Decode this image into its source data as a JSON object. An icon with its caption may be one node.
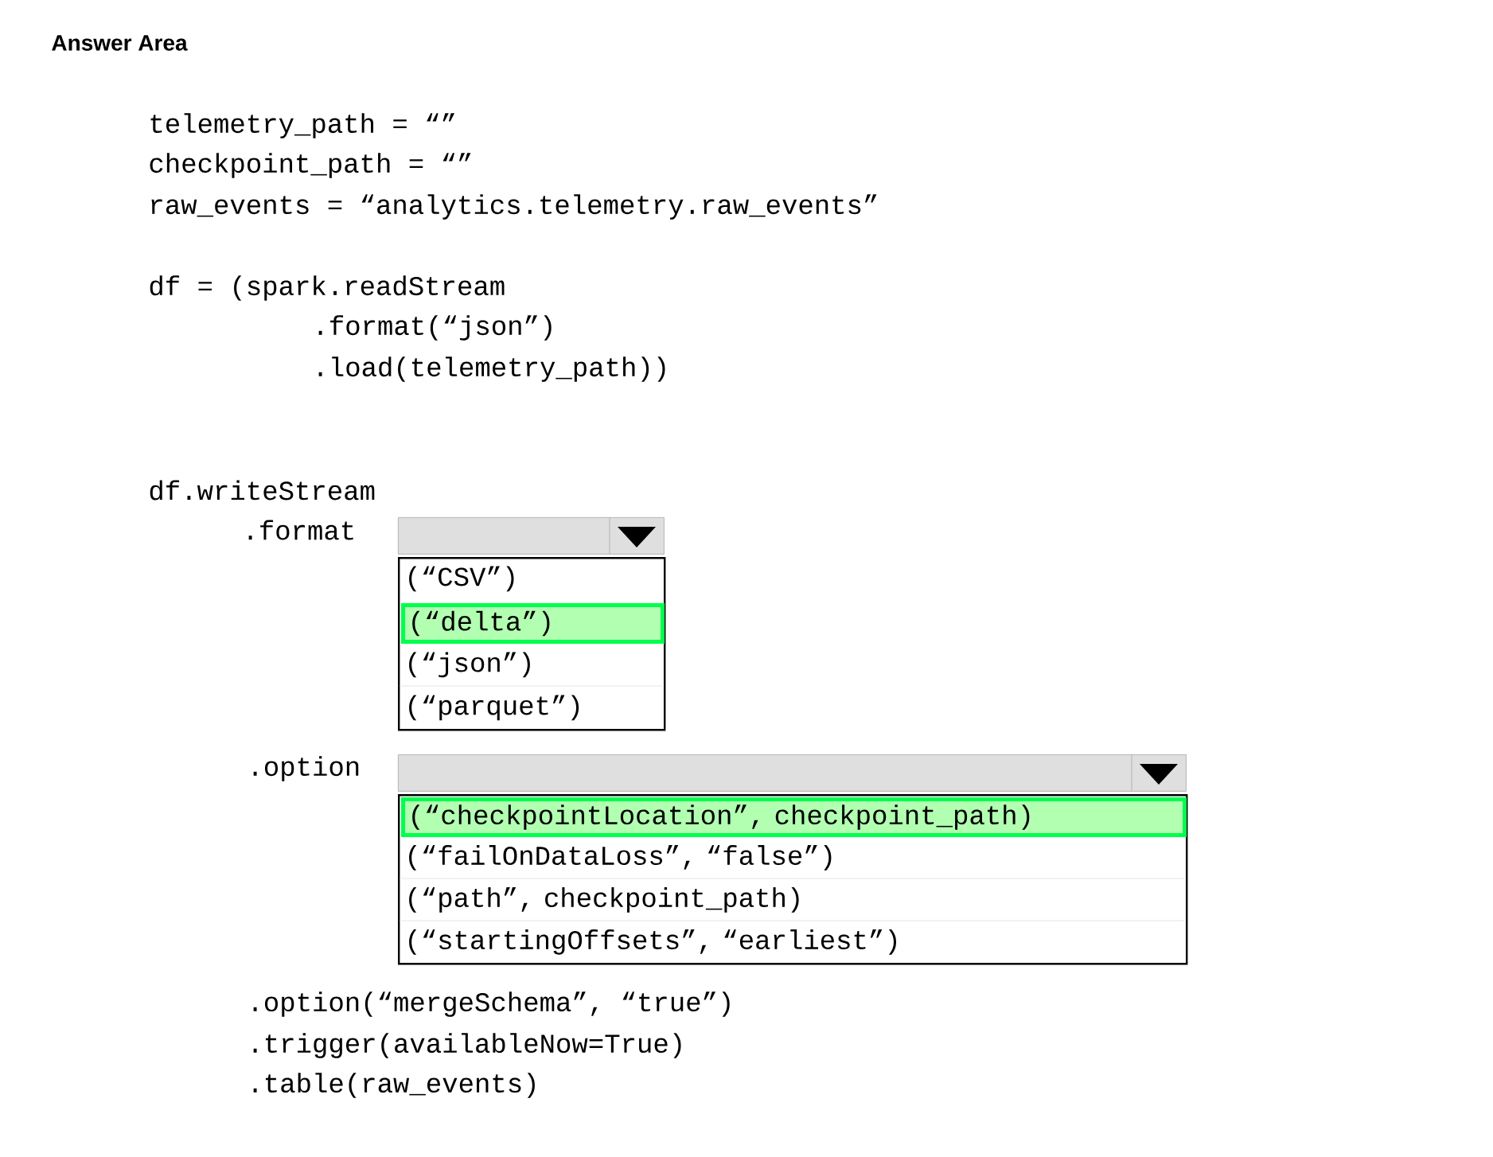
{
  "diagram": {
    "title": "Answer Area",
    "nodes": [
      {
        "text": [],
        "shape": "box"
      },
      {
        "text": [],
        "shape": "box"
      },
      {
        "text": [
          "(“CSV”)"
        ],
        "in": 1
      },
      {
        "text": [
          "(“delta”)"
        ],
        "in": 1
      },
      {
        "text": [
          "(“json”)"
        ],
        "in": 1
      },
      {
        "text": [
          "(“parquet”)"
        ],
        "in": 1
      },
      {
        "text": [],
        "shape": "box"
      },
      {
        "text": [],
        "shape": "box"
      },
      {
        "text": [
          "(“checkpointLocation”, checkpoint_path)"
        ],
        "in": 7
      },
      {
        "text": [
          "(“failOnDataLoss”, “false”)"
        ],
        "in": 7
      },
      {
        "text": [
          "(“path”, checkpoint_path)"
        ],
        "in": 7
      },
      {
        "text": [
          "(“startingOffsets”, “earliest”)"
        ],
        "in": 7
      }
    ],
    "labels": [
      "telemetry_path = “”",
      "checkpoint_path = “”",
      "raw_events = “analytics.telemetry.raw_events”",
      "df = (spark.readStream",
      ".format(“json”)",
      ".load(telemetry_path))",
      "df.writeStream",
      ".format",
      ".option",
      ".option(“mergeSchema”, “true”)",
      ".trigger(availableNow=True)",
      ".table(raw_events)"
    ]
  }
}
